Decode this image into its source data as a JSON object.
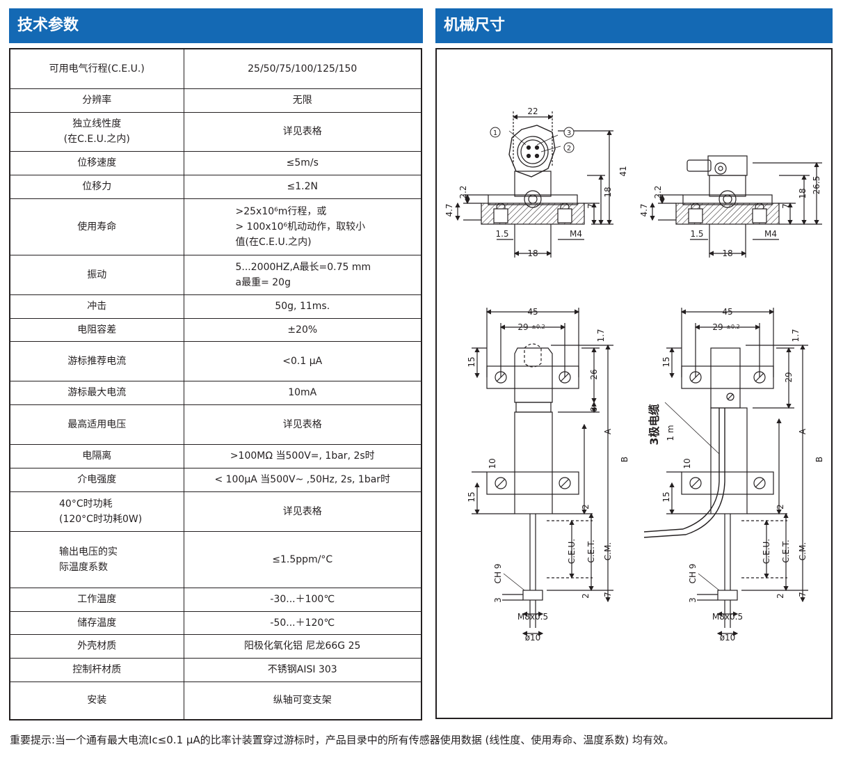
{
  "headers": {
    "left": "技术参数",
    "right": "机械尺寸"
  },
  "specs": [
    {
      "label": "可用电气行程(C.E.U.)",
      "value": "25/50/75/100/125/150"
    },
    {
      "label": "分辨率",
      "value": "无限"
    },
    {
      "label": "独立线性度\n(在C.E.U.之内)",
      "value": "详见表格"
    },
    {
      "label": "位移速度",
      "value": "≤5m/s"
    },
    {
      "label": "位移力",
      "value": "≤1.2N"
    },
    {
      "label": "使用寿命",
      "value": ">25x10⁶m行程，或\n> 100x10⁶机动动作，取较小\n值(在C.E.U.之内)"
    },
    {
      "label": "振动",
      "value": "5...2000HZ,A最长=0.75 mm\na最重= 20g"
    },
    {
      "label": "冲击",
      "value": "50g, 11ms."
    },
    {
      "label": "电阻容差",
      "value": "±20%"
    },
    {
      "label": "游标推荐电流",
      "value": "<0.1 μA"
    },
    {
      "label": "游标最大电流",
      "value": "10mA"
    },
    {
      "label": "最高适用电压",
      "value": "详见表格"
    },
    {
      "label": "电隔离",
      "value": ">100MΩ 当500V=, 1bar, 2s时"
    },
    {
      "label": "介电强度",
      "value": "< 100μA  当500V~ ,50Hz, 2s, 1bar时"
    },
    {
      "label": "40°C时功耗\n(120°C时功耗0W)",
      "value": "详见表格"
    },
    {
      "label": "输出电压的实\n际温度系数",
      "value": "≤1.5ppm/°C"
    },
    {
      "label": "工作温度",
      "value": "-30...＋100℃"
    },
    {
      "label": "储存温度",
      "value": "-50...＋120℃"
    },
    {
      "label": "外壳材质",
      "value": "阳极化氧化铝 尼龙66G 25"
    },
    {
      "label": "控制杆材质",
      "value": "不锈钢AISI 303"
    },
    {
      "label": "安装",
      "value": "纵轴可变支架"
    }
  ],
  "drawing": {
    "top_labels": {
      "w22": "22",
      "h41": "41",
      "h18": "18",
      "h7": "7",
      "h2_2": "2.2",
      "h4_7": "4.7",
      "w1_5": "1.5",
      "m4": "M4",
      "w18": "18",
      "h26_5": "26.5",
      "pin1": "1",
      "pin2": "2",
      "pin3": "3"
    },
    "bottom_labels": {
      "w45": "45",
      "w29": "29",
      "tol": "±0.2",
      "h1_7": "1.7",
      "h15": "15",
      "h26": "26",
      "h29": "29",
      "h8": "8",
      "a": "A",
      "b": "B",
      "h10": "10",
      "h2": "2",
      "ceu": "C.E.U.",
      "cet": "C.E.T.",
      "cm": "C.M.",
      "ch9": "CH 9",
      "h3": "3",
      "m8": "M8x0.5",
      "d10": "ø10",
      "h7": "7",
      "cable": "3极电缆",
      "cable_len": "1 m"
    }
  },
  "footnote": "重要提示:当一个通有最大电流Ic≤0.1 μA的比率计装置穿过游标时，产品目录中的所有传感器使用数据 (线性度、使用寿命、温度系数) 均有效。"
}
